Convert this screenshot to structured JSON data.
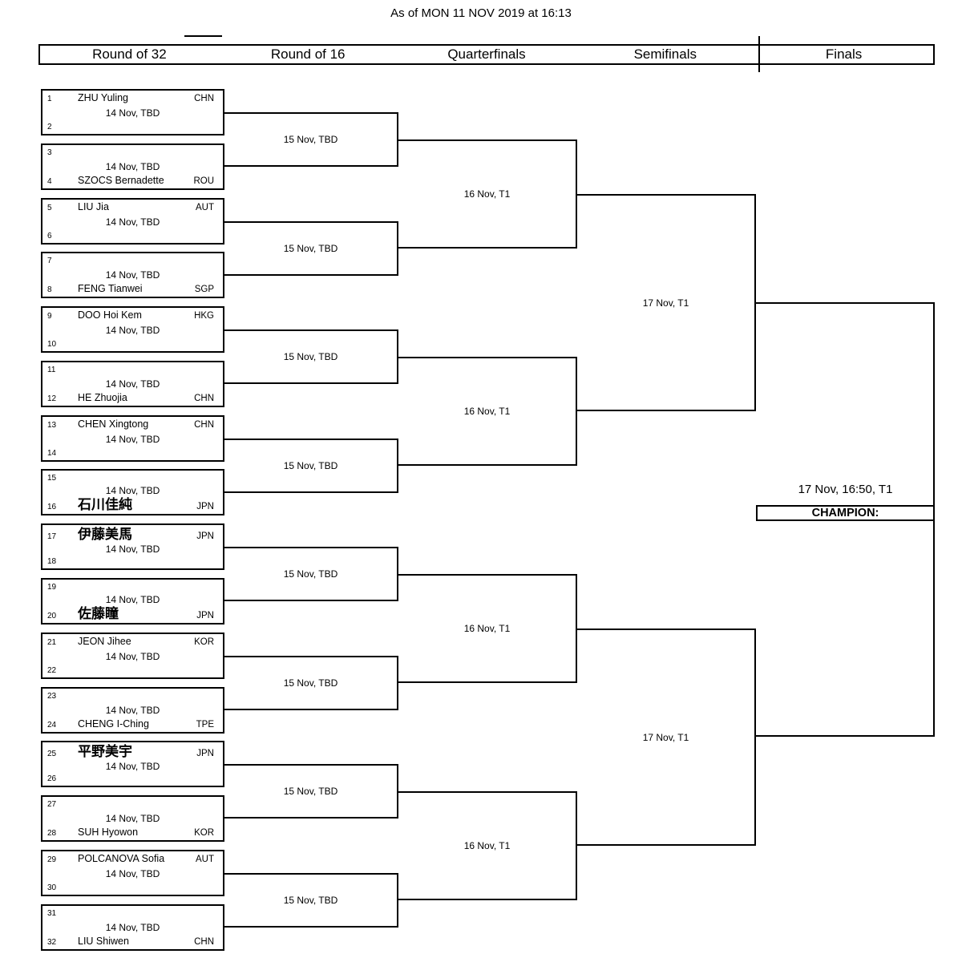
{
  "title": "As of MON 11 NOV 2019 at 16:13",
  "header": {
    "columns": [
      "Round of 32",
      "Round of 16",
      "Quarterfinals",
      "Semifinals",
      "Finals"
    ]
  },
  "round_of_32": [
    {
      "seed_top": "1",
      "name_top": "ZHU Yuling",
      "country_top": "CHN",
      "date": "14 Nov, TBD",
      "seed_bottom": "2",
      "name_bottom": "",
      "country_bottom": ""
    },
    {
      "seed_top": "3",
      "name_top": "",
      "country_top": "",
      "date": "14 Nov, TBD",
      "seed_bottom": "4",
      "name_bottom": "SZOCS Bernadette",
      "country_bottom": "ROU"
    },
    {
      "seed_top": "5",
      "name_top": "LIU Jia",
      "country_top": "AUT",
      "date": "14 Nov, TBD",
      "seed_bottom": "6",
      "name_bottom": "",
      "country_bottom": ""
    },
    {
      "seed_top": "7",
      "name_top": "",
      "country_top": "",
      "date": "14 Nov, TBD",
      "seed_bottom": "8",
      "name_bottom": "FENG Tianwei",
      "country_bottom": "SGP"
    },
    {
      "seed_top": "9",
      "name_top": "DOO Hoi Kem",
      "country_top": "HKG",
      "date": "14 Nov, TBD",
      "seed_bottom": "10",
      "name_bottom": "",
      "country_bottom": ""
    },
    {
      "seed_top": "11",
      "name_top": "",
      "country_top": "",
      "date": "14 Nov, TBD",
      "seed_bottom": "12",
      "name_bottom": "HE Zhuojia",
      "country_bottom": "CHN"
    },
    {
      "seed_top": "13",
      "name_top": "CHEN Xingtong",
      "country_top": "CHN",
      "date": "14 Nov, TBD",
      "seed_bottom": "14",
      "name_bottom": "",
      "country_bottom": ""
    },
    {
      "seed_top": "15",
      "name_top": "",
      "country_top": "",
      "date": "14 Nov, TBD",
      "seed_bottom": "16",
      "name_bottom": "石川佳純",
      "country_bottom": "JPN"
    },
    {
      "seed_top": "17",
      "name_top": "伊藤美馬",
      "country_top": "JPN",
      "date": "14 Nov, TBD",
      "seed_bottom": "18",
      "name_bottom": "",
      "country_bottom": ""
    },
    {
      "seed_top": "19",
      "name_top": "",
      "country_top": "",
      "date": "14 Nov, TBD",
      "seed_bottom": "20",
      "name_bottom": "佐藤瞳",
      "country_bottom": "JPN"
    },
    {
      "seed_top": "21",
      "name_top": "JEON Jihee",
      "country_top": "KOR",
      "date": "14 Nov, TBD",
      "seed_bottom": "22",
      "name_bottom": "",
      "country_bottom": ""
    },
    {
      "seed_top": "23",
      "name_top": "",
      "country_top": "",
      "date": "14 Nov, TBD",
      "seed_bottom": "24",
      "name_bottom": "CHENG I-Ching",
      "country_bottom": "TPE"
    },
    {
      "seed_top": "25",
      "name_top": "平野美宇",
      "country_top": "JPN",
      "date": "14 Nov, TBD",
      "seed_bottom": "26",
      "name_bottom": "",
      "country_bottom": ""
    },
    {
      "seed_top": "27",
      "name_top": "",
      "country_top": "",
      "date": "14 Nov, TBD",
      "seed_bottom": "28",
      "name_bottom": "SUH Hyowon",
      "country_bottom": "KOR"
    },
    {
      "seed_top": "29",
      "name_top": "POLCANOVA Sofia",
      "country_top": "AUT",
      "date": "14 Nov, TBD",
      "seed_bottom": "30",
      "name_bottom": "",
      "country_bottom": ""
    },
    {
      "seed_top": "31",
      "name_top": "",
      "country_top": "",
      "date": "14 Nov, TBD",
      "seed_bottom": "32",
      "name_bottom": "LIU Shiwen",
      "country_bottom": "CHN"
    }
  ],
  "round_of_16": {
    "matches": [
      "15 Nov, TBD",
      "15 Nov, TBD",
      "15 Nov, TBD",
      "15 Nov, TBD",
      "15 Nov, TBD",
      "15 Nov, TBD",
      "15 Nov, TBD",
      "15 Nov, TBD"
    ]
  },
  "quarterfinals": {
    "matches": [
      "16 Nov, T1",
      "16 Nov, T1",
      "16 Nov, T1",
      "16 Nov, T1"
    ]
  },
  "semifinals": {
    "matches": [
      "17 Nov, T1",
      "17 Nov, T1"
    ]
  },
  "final": {
    "schedule": "17 Nov, 16:50, T1",
    "champion_label": "CHAMPION:"
  },
  "colors": {
    "line": "#000000",
    "background": "#ffffff"
  }
}
